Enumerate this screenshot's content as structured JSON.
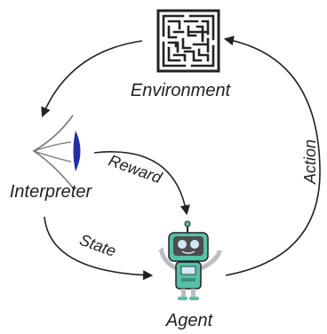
{
  "diagram": {
    "labels": {
      "environment": "Environment",
      "interpreter": "Interpreter",
      "agent": "Agent",
      "reward": "Reward",
      "state": "State",
      "action": "Action"
    },
    "icons": {
      "environment": "maze-icon",
      "interpreter": "eye-icon",
      "agent": "robot-icon"
    },
    "colors": {
      "ink": "#222222",
      "robot_body": "#56c0a8",
      "robot_face": "#4d4d4d",
      "robot_eyes": "#cfe9f3",
      "robot_limbs": "#b9bcc0",
      "eye_iris": "#1f2fa8"
    }
  }
}
